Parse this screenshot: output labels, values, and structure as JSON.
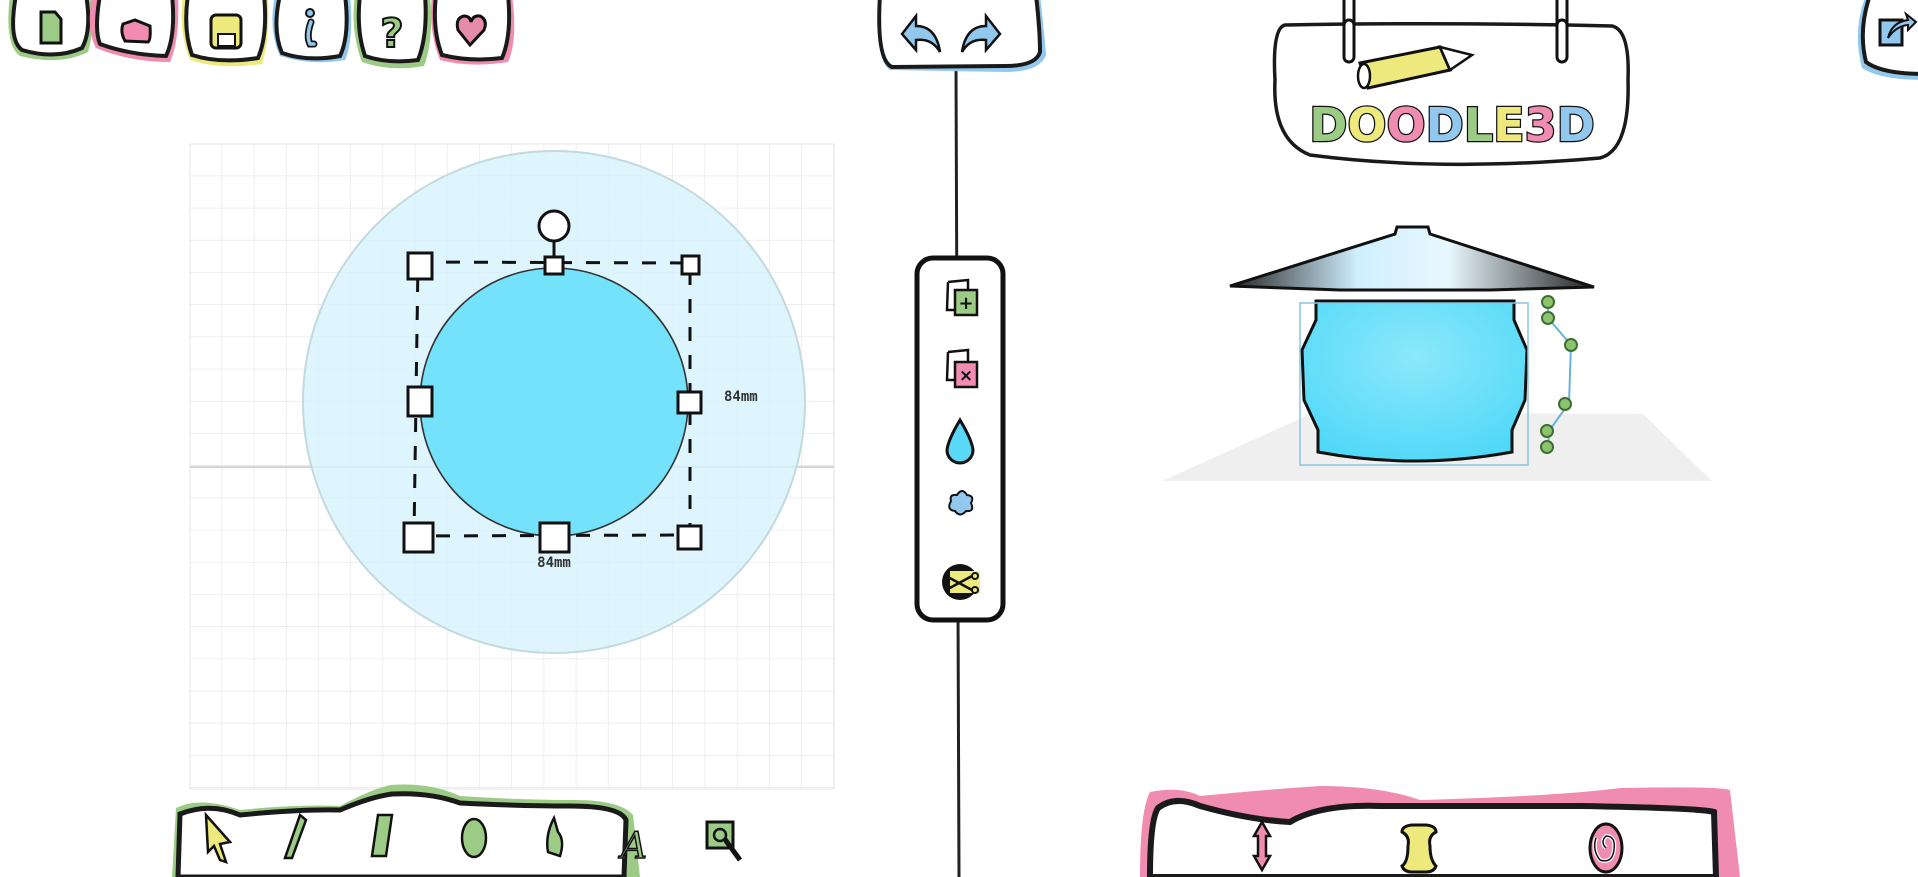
{
  "colors": {
    "green": "#9ccb86",
    "pink": "#f08cb0",
    "yellow": "#ede97c",
    "blue": "#92c8ee",
    "cyan": "#74e0fb",
    "shape_halo": "#d8f3fb"
  },
  "top_toolbar": [
    {
      "icon": "new-file-icon",
      "accent": "#9ccb86"
    },
    {
      "icon": "open-folder-icon",
      "accent": "#f08cb0"
    },
    {
      "icon": "save-disk-icon",
      "accent": "#ede97c"
    },
    {
      "icon": "info-icon",
      "accent": "#92c8ee"
    },
    {
      "icon": "help-icon",
      "accent": "#9ccb86"
    },
    {
      "icon": "heart-icon",
      "accent": "#f08cb0"
    }
  ],
  "history": {
    "undo_icon": "undo-arrow-icon",
    "redo_icon": "redo-arrow-icon"
  },
  "logo": {
    "text": "DOODLE3D",
    "letters": [
      "D",
      "O",
      "O",
      "D",
      "L",
      "E",
      "3",
      "D"
    ],
    "letter_colors": [
      "#9ccb86",
      "#ede97c",
      "#f08cb0",
      "#92c8ee",
      "#9ccb86",
      "#ede97c",
      "#f08cb0",
      "#92c8ee"
    ]
  },
  "export": {
    "icon": "export-share-icon"
  },
  "canvas2d": {
    "width_label": "84mm",
    "height_label": "84mm"
  },
  "side_toolbar": [
    {
      "icon": "duplicate-add-icon"
    },
    {
      "icon": "delete-shape-icon"
    },
    {
      "icon": "fill-drop-icon"
    },
    {
      "icon": "hole-blob-icon"
    },
    {
      "icon": "intersect-scissors-icon"
    }
  ],
  "draw_tools": [
    {
      "icon": "select-pointer-icon"
    },
    {
      "icon": "freehand-pencil-icon"
    },
    {
      "icon": "eraser-icon"
    },
    {
      "icon": "circle-shape-icon"
    },
    {
      "icon": "bucket-fill-icon"
    },
    {
      "icon": "text-tool-icon",
      "glyph": "A"
    },
    {
      "icon": "photo-guide-icon"
    }
  ],
  "shape_tools": [
    {
      "icon": "height-arrows-icon"
    },
    {
      "icon": "sculpt-spool-icon"
    },
    {
      "icon": "twist-spiral-icon"
    }
  ]
}
